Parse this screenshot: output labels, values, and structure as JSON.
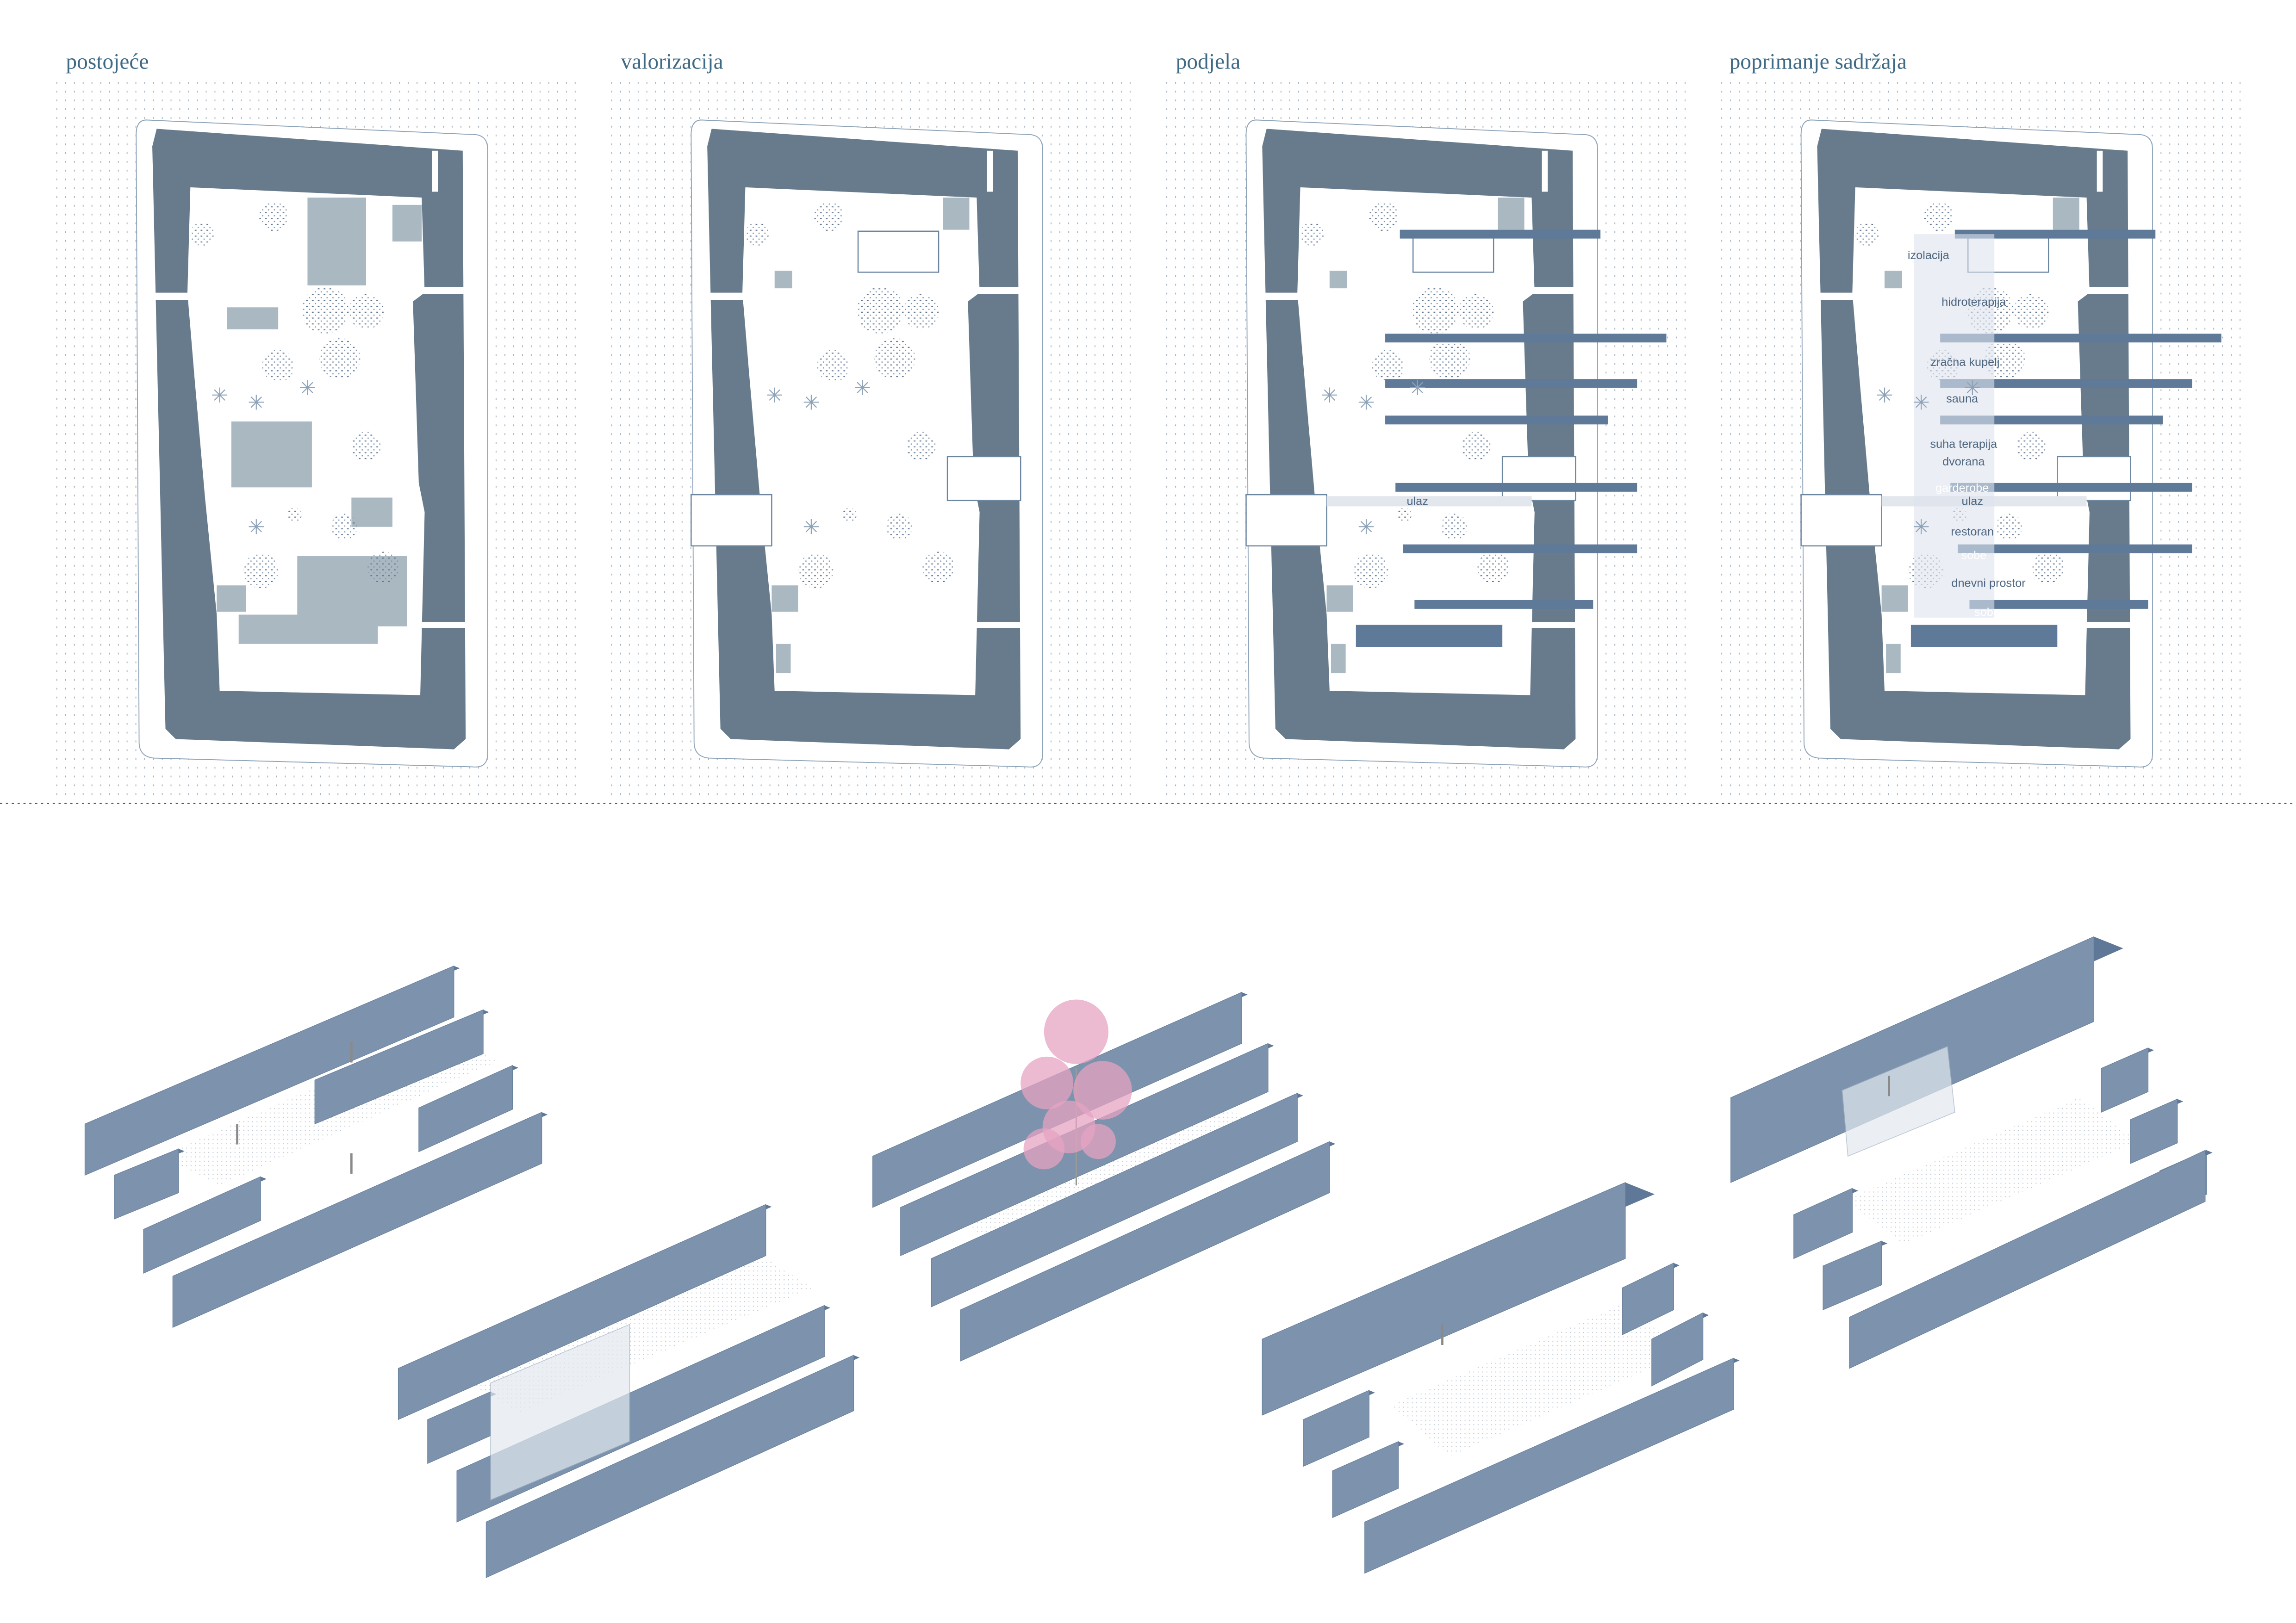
{
  "panels": [
    {
      "title": "postojeće"
    },
    {
      "title": "valorizacija"
    },
    {
      "title": "podjela",
      "labels": {
        "ulaz": "ulaz"
      }
    },
    {
      "title": "poprimanje sadržaja",
      "labels": {
        "izolacija": "izolacija",
        "hidroterapija": "hidroterapija",
        "zracna_kupelj": "zračna kupelj",
        "sauna": "sauna",
        "suha_terapija": "suha terapija",
        "dvorana": "dvorana",
        "garderobe": "garderobe",
        "ulaz": "ulaz",
        "restoran": "restoran",
        "sobe_1": "sobe",
        "dnevni_prostor": "dnevni prostor",
        "sobe_2": "sobe"
      }
    }
  ],
  "colors": {
    "title": "#3f6a86",
    "block_dark": "#677b8c",
    "block_light": "#aab8c2",
    "wall_front": "#7d93ad",
    "wall_top": "#5f7897",
    "bar": "#5e7a98",
    "tree_pink": "#e6a3c2"
  }
}
